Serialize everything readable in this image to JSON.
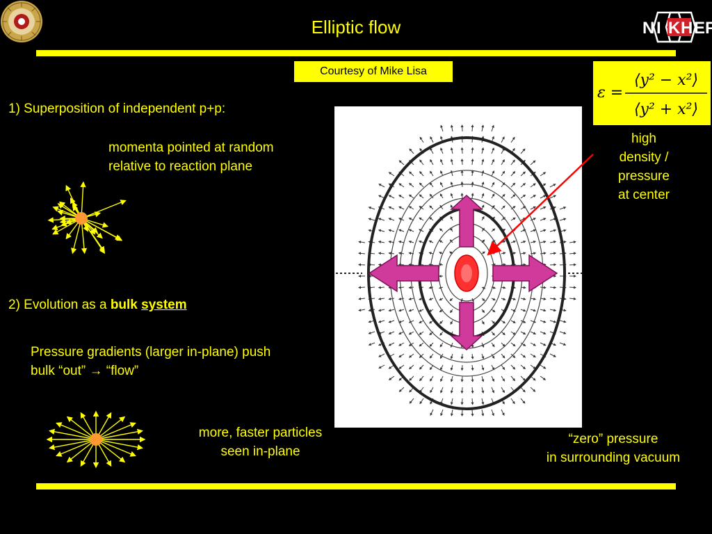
{
  "slide": {
    "title": "Elliptic flow",
    "courtesy": "Courtesy of Mike Lisa",
    "point1": "1) Superposition of independent p+p:",
    "point1_sub_line1": "momenta pointed at random",
    "point1_sub_line2": "relative to reaction plane",
    "point2_prefix": "2) Evolution as a ",
    "point2_bold": "bulk",
    "point2_underlined": "system",
    "point2_sub_line1": "Pressure gradients (larger in-plane) push",
    "point2_sub_line2": "bulk “out” → “flow”",
    "caption_inplane_line1": "more, faster particles",
    "caption_inplane_line2": "seen in-plane",
    "annot_high_line1": "high",
    "annot_high_line2": "density /",
    "annot_high_line3": "pressure",
    "annot_high_line4": "at center",
    "annot_zero_line1": "“zero” pressure",
    "annot_zero_line2": "in surrounding vacuum"
  },
  "formula": {
    "lhs": "ε =",
    "numerator": "⟨y² − x²⟩",
    "denominator": "⟨y² + x²⟩"
  },
  "logo": {
    "letters": [
      "N",
      "I",
      "K",
      "H",
      "E",
      "F"
    ],
    "accent_color": "#d0202a",
    "text_color": "#ffffff"
  },
  "colors": {
    "background": "#000000",
    "text": "#ffff00",
    "arrow": "#d03a9a",
    "center": "#ff3030",
    "pointer": "#ff0000",
    "burst_center": "#ff9933"
  }
}
